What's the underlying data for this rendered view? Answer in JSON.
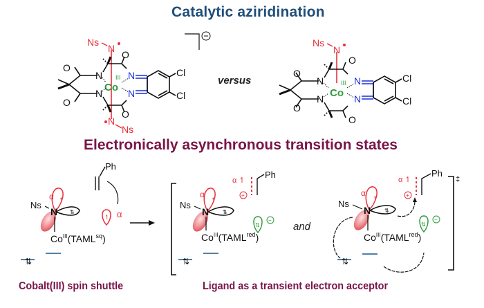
{
  "title": "Catalytic aziridination",
  "subtitle": "Electronically asynchronous transition states",
  "versus_label": "versus",
  "and_label": "and",
  "colors": {
    "title": "#1f4e79",
    "subtitle": "#7a1448",
    "nitrene": "#e8303a",
    "cobalt": "#2e9b3a",
    "imine": "#1a2fd6",
    "orbital_blue": "#3a6e9a",
    "ligand_orbital": "#2e9b3a"
  },
  "structure_left": {
    "ns_top": "Ns",
    "n_top": "N",
    "ns_bottom": "Ns",
    "n_bottom": "N",
    "metal": "Co",
    "oxidation": "III",
    "n_amide": "N",
    "n_imine": "N",
    "o": "O",
    "cl": "Cl",
    "charge": "⊖"
  },
  "structure_right": {
    "ns_top": "Ns",
    "n_top": "N",
    "metal": "Co",
    "oxidation": "III",
    "n_amide": "N",
    "n_imine": "N",
    "o": "O",
    "cl": "Cl"
  },
  "panel1": {
    "ns": "Ns",
    "n": "N",
    "alpha": "α",
    "ph": "Ph",
    "co": "Co",
    "co_ox": "III",
    "ligand": "(TAML",
    "ligand_sup": "sq",
    "ligand_close": ")"
  },
  "panel2": {
    "ns": "Ns",
    "n": "N",
    "alpha": "α",
    "ph": "Ph",
    "plus": "+",
    "minus": "−",
    "co": "Co",
    "co_ox": "III",
    "ligand": "(TAML",
    "ligand_sup": "red",
    "ligand_close": ")"
  },
  "panel3": {
    "ns": "Ns",
    "n": "N",
    "alpha": "α",
    "ph": "Ph",
    "plus": "+",
    "minus": "−",
    "co": "Co",
    "co_ox": "III",
    "ligand": "(TAML",
    "ligand_sup": "red",
    "ligand_close": ")",
    "ts_mark": "‡"
  },
  "captions": {
    "left": "Cobalt(III) spin shuttle",
    "right": "Ligand as a transient electron acceptor"
  }
}
